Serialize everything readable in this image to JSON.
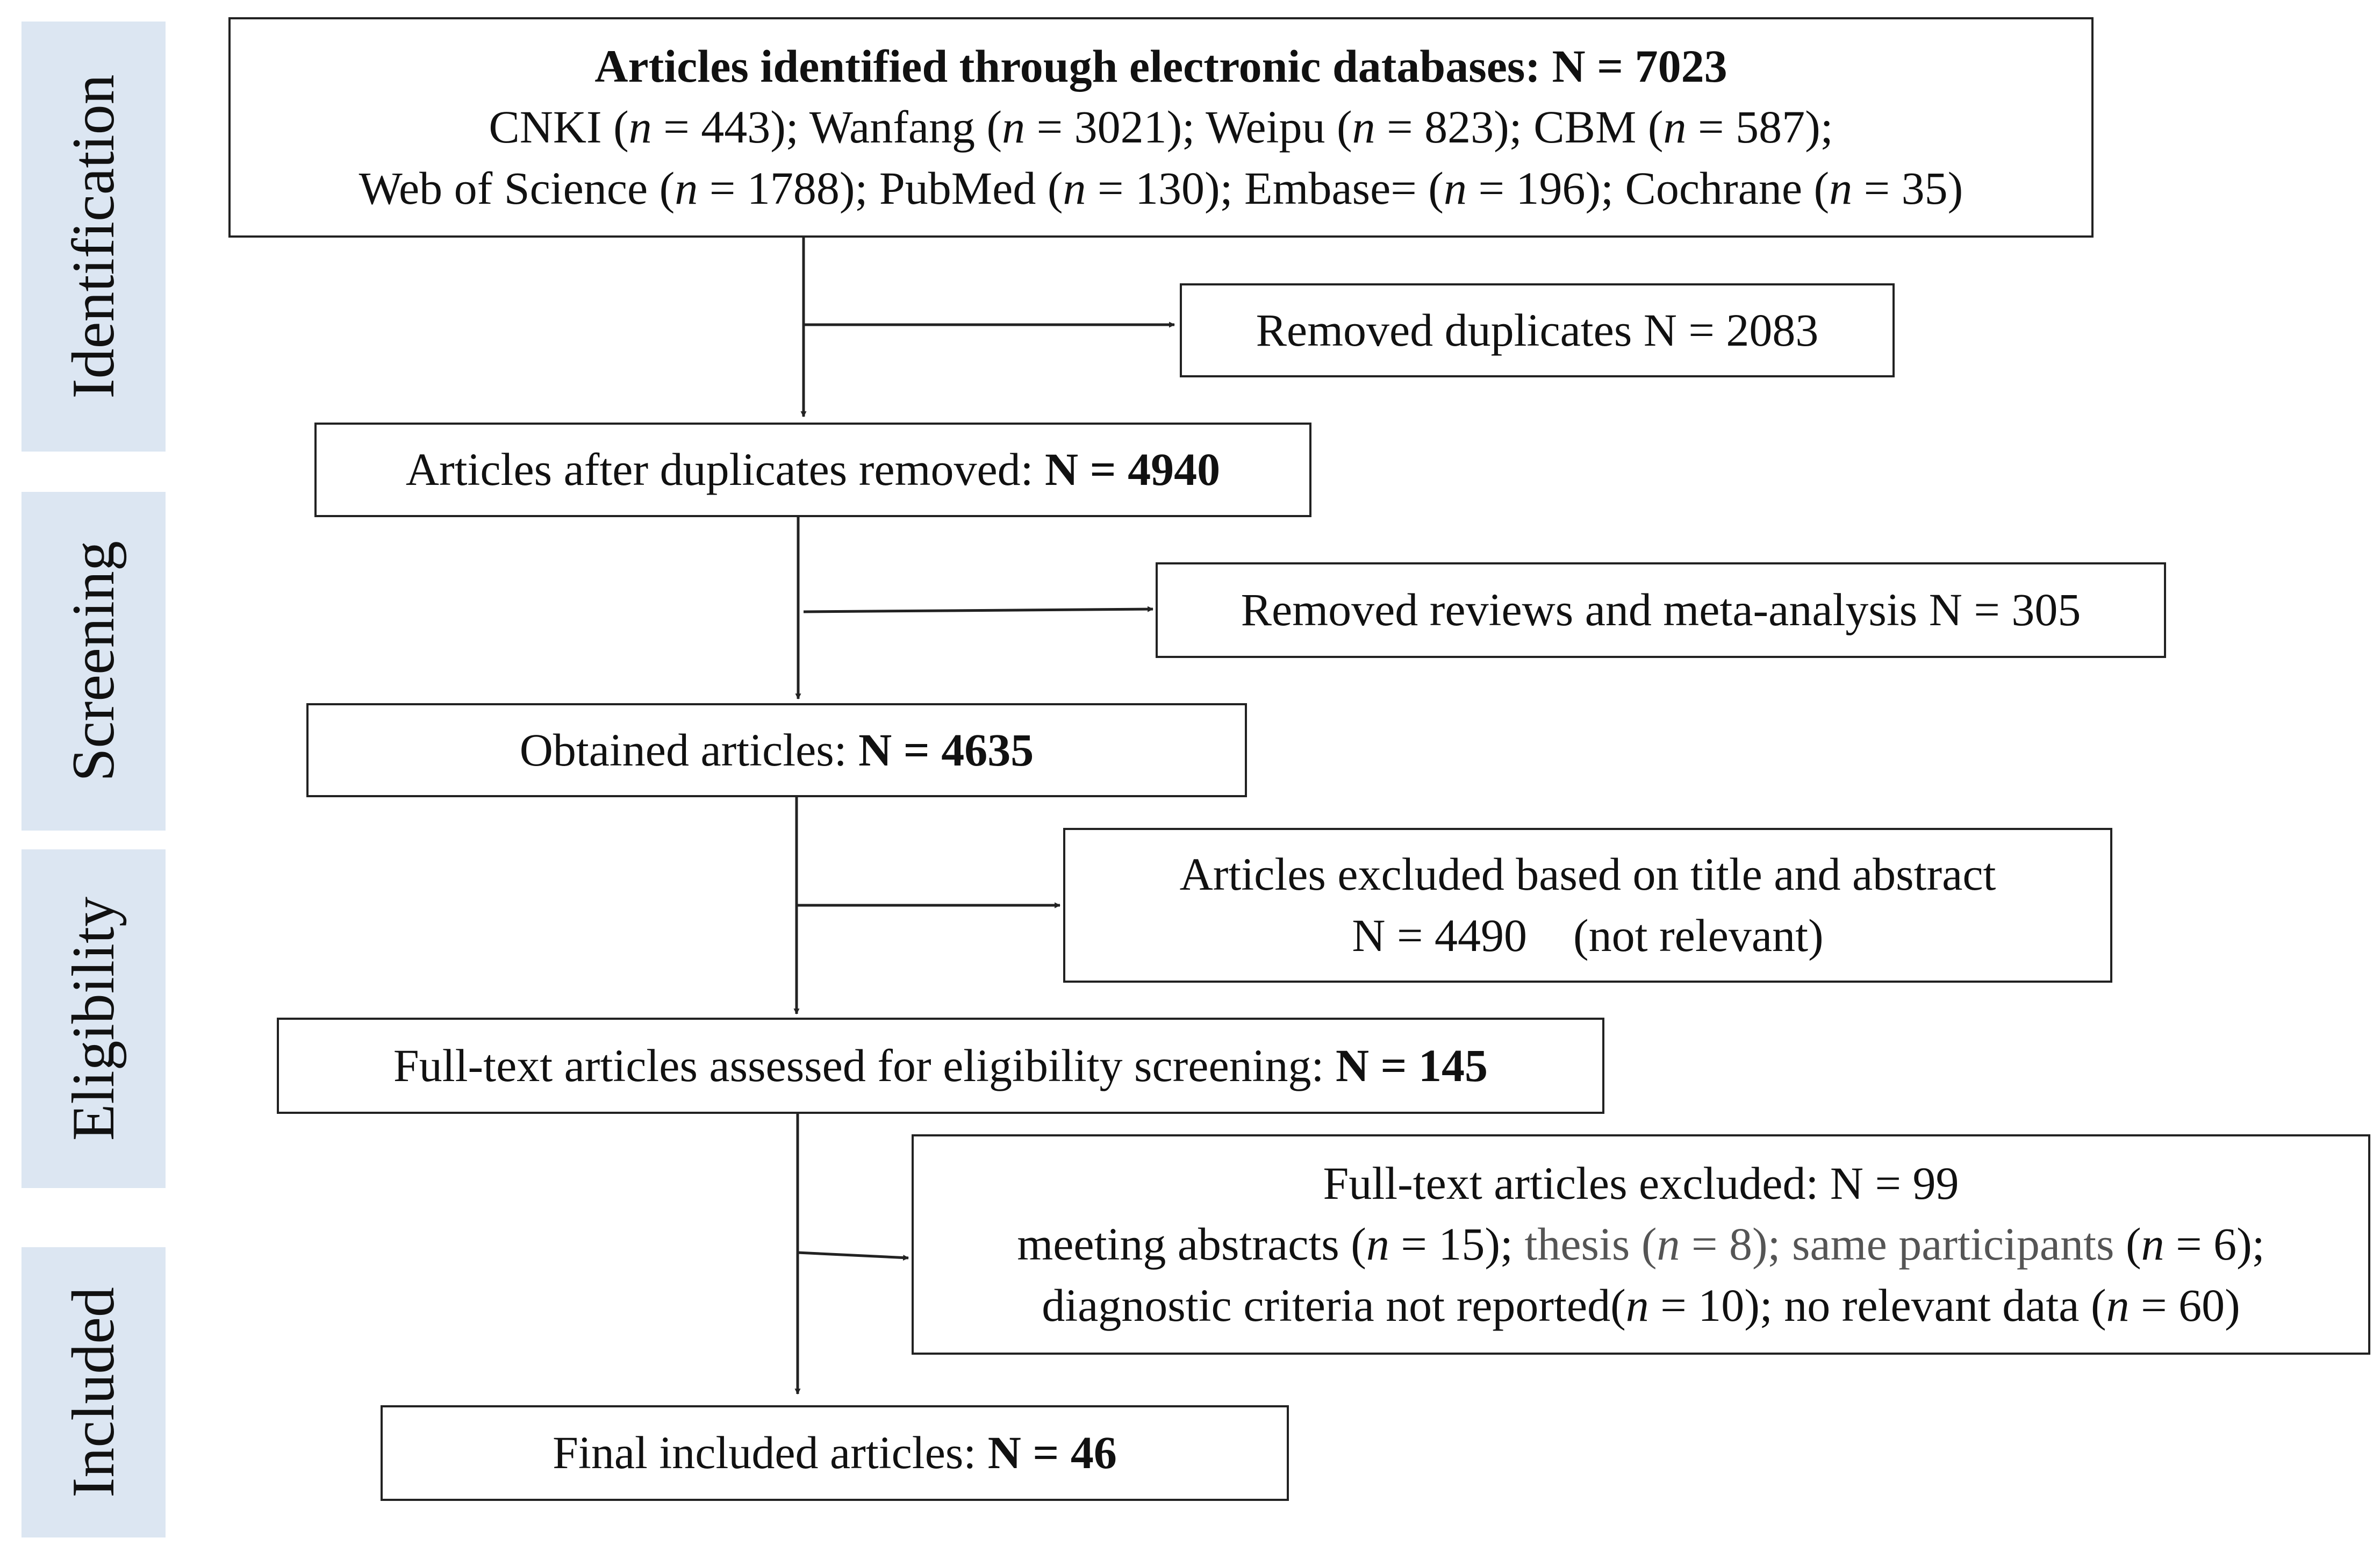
{
  "sections": {
    "identification": "Identification",
    "screening": "Screening",
    "eligibility": "Eligibility",
    "included": "Included"
  },
  "identified": {
    "title": "Articles identified through electronic databases: N = 7023",
    "dbs_line1": [
      {
        "name": "CNKI",
        "n": "443"
      },
      {
        "name": "Wanfang",
        "n": "3021"
      },
      {
        "name": "Weipu",
        "n": "823"
      },
      {
        "name": "CBM",
        "n": "587"
      }
    ],
    "dbs_line2": [
      {
        "name": "Web of Science",
        "n": "1788"
      },
      {
        "name": "PubMed",
        "n": "130"
      },
      {
        "name": "Embase=",
        "n": "196"
      },
      {
        "name": "Cochrane",
        "n": "35"
      }
    ]
  },
  "removed_duplicates": "Removed duplicates N = 2083",
  "after_duplicates": {
    "label": "Articles after duplicates removed: ",
    "value": "N = 4940"
  },
  "removed_reviews": "Removed reviews and meta-analysis N = 305",
  "obtained": {
    "label": "Obtained articles: ",
    "value": "N = 4635"
  },
  "excluded_title": {
    "line1": "Articles excluded based on title and abstract",
    "line2": "N = 4490　(not relevant)"
  },
  "fulltext_assessed": {
    "label": "Full-text articles assessed for eligibility screening: ",
    "value": "N = 145"
  },
  "fulltext_excluded": {
    "title": "Full-text articles excluded: N = 99",
    "reasons_line1": [
      {
        "reason": "meeting abstracts",
        "n": "15"
      },
      {
        "reason": "thesis",
        "n": "8"
      },
      {
        "reason": "same participants",
        "n": "6"
      }
    ],
    "reasons_line2": [
      {
        "reason": "diagnostic criteria not reported",
        "n": "10"
      },
      {
        "reason": "no relevant data",
        "n": "60"
      }
    ]
  },
  "final": {
    "label": "Final included articles: ",
    "value": "N = 46"
  },
  "colors": {
    "side_panel": "#dce6f2",
    "border": "#222222",
    "muted_text": "#555555"
  }
}
